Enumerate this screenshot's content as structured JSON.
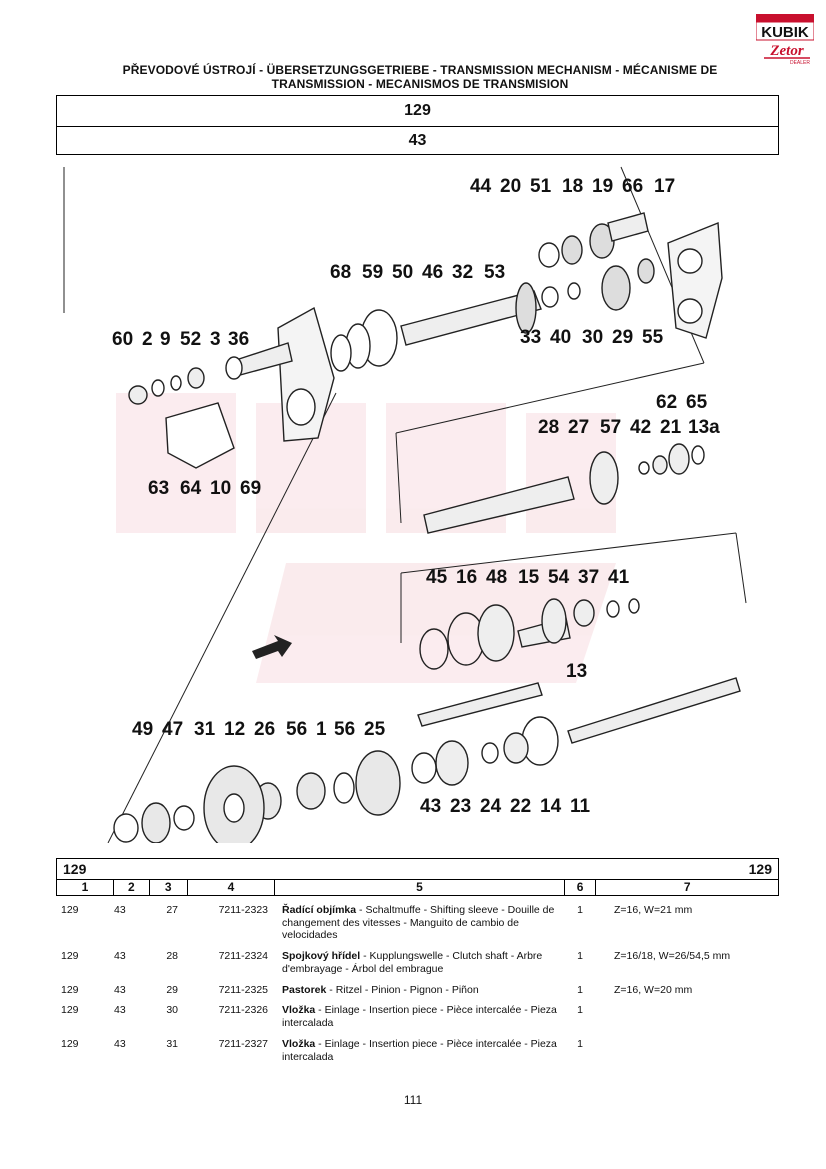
{
  "logo": {
    "line1": "KUBIK",
    "line2": "Zetor",
    "line3": "DEALER"
  },
  "title": {
    "line1": "PŘEVODOVÉ ÚSTROJÍ - ÜBERSETZUNGSGETRIEBE - TRANSMISSION MECHANISM - MÉCANISME DE",
    "line2": "TRANSMISSION - MECANISMOS DE TRANSMISION"
  },
  "header": {
    "group": "129",
    "subgroup": "43"
  },
  "callouts": {
    "g1": [
      "44",
      "20",
      "51",
      "18",
      "19",
      "66",
      "17"
    ],
    "g2": [
      "68",
      "59",
      "50",
      "46",
      "32",
      "53"
    ],
    "g3": [
      "33",
      "40",
      "30",
      "29",
      "55"
    ],
    "g4": [
      "60",
      "2",
      "9",
      "52",
      "3",
      "36"
    ],
    "g5": [
      "62",
      "65"
    ],
    "g6": [
      "28",
      "27",
      "57",
      "42",
      "21",
      "13a"
    ],
    "g7": [
      "63",
      "64",
      "10",
      "69"
    ],
    "g8": [
      "45",
      "16",
      "48",
      "15",
      "54",
      "37",
      "41"
    ],
    "g9": [
      "13"
    ],
    "g10": [
      "49",
      "47",
      "31",
      "12",
      "26",
      "56",
      "1",
      "56",
      "25"
    ],
    "g11": [
      "43",
      "23",
      "24",
      "22",
      "14",
      "11"
    ]
  },
  "table": {
    "group_left": "129",
    "group_right": "129",
    "columns": [
      "1",
      "2",
      "3",
      "4",
      "5",
      "6",
      "7"
    ],
    "rows": [
      {
        "group": "129",
        "sub": "43",
        "pos": "27",
        "part": "7211-2323",
        "name_cz": "Řadící objímka",
        "desc": " - Schaltmuffe - Shifting sleeve - Douille de changement des vitesses - Manguito de cambio de velocidades",
        "qty": "1",
        "note": "Z=16, W=21 mm"
      },
      {
        "group": "129",
        "sub": "43",
        "pos": "28",
        "part": "7211-2324",
        "name_cz": "Spojkový hřídel",
        "desc": " - Kupplungswelle - Clutch shaft - Arbre d'embrayage - Árbol del embrague",
        "qty": "1",
        "note": "Z=16/18, W=26/54,5 mm"
      },
      {
        "group": "129",
        "sub": "43",
        "pos": "29",
        "part": "7211-2325",
        "name_cz": "Pastorek",
        "desc": " - Ritzel - Pinion - Pignon - Piñon",
        "qty": "1",
        "note": "Z=16, W=20 mm"
      },
      {
        "group": "129",
        "sub": "43",
        "pos": "30",
        "part": "7211-2326",
        "name_cz": "Vložka",
        "desc": " - Einlage - Insertion piece - Pièce intercalée - Pieza intercalada",
        "qty": "1",
        "note": ""
      },
      {
        "group": "129",
        "sub": "43",
        "pos": "31",
        "part": "7211-2327",
        "name_cz": "Vložka",
        "desc": " - Einlage - Insertion piece - Pièce intercalée - Pieza intercalada",
        "qty": "1",
        "note": ""
      }
    ]
  },
  "page_number": "111"
}
